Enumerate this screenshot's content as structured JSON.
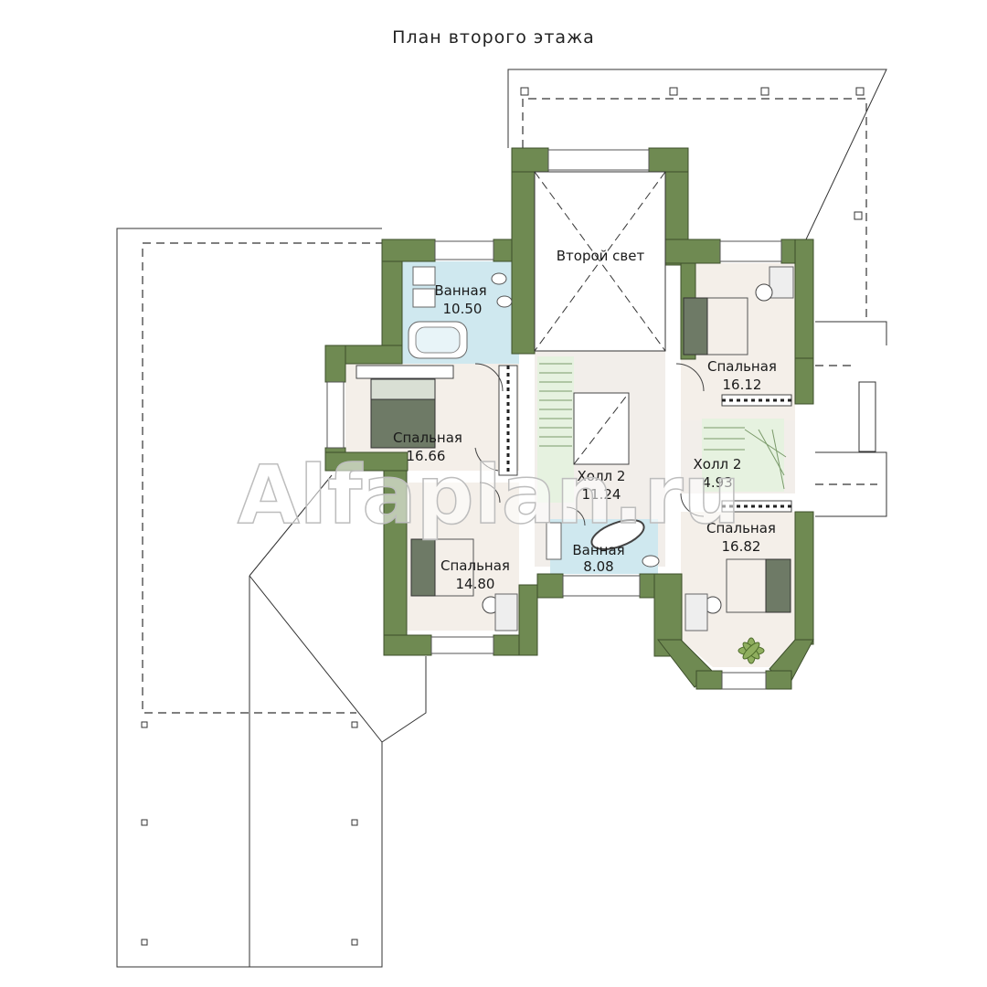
{
  "title": "План второго этажа",
  "watermark": "Alfaplan.ru",
  "colors": {
    "wall": "#6f8a52",
    "wall_stroke": "#3d4f2b",
    "room_floor": "#f4efe9",
    "bathroom_floor": "#cfe8ef",
    "stair_floor": "#e6f2e0",
    "roof_line": "#333333"
  },
  "rooms": [
    {
      "name": "Второй свет",
      "area": ""
    },
    {
      "name": "Ванная",
      "area": "10.50"
    },
    {
      "name": "Спальная",
      "area": "16.12"
    },
    {
      "name": "Спальная",
      "area": "16.66"
    },
    {
      "name": "Холл 2",
      "area": "11.24"
    },
    {
      "name": "Холл 2",
      "area": "4.93"
    },
    {
      "name": "Спальная",
      "area": "16.82"
    },
    {
      "name": "Спальная",
      "area": "14.80"
    },
    {
      "name": "Ванная",
      "area": "8.08"
    }
  ]
}
